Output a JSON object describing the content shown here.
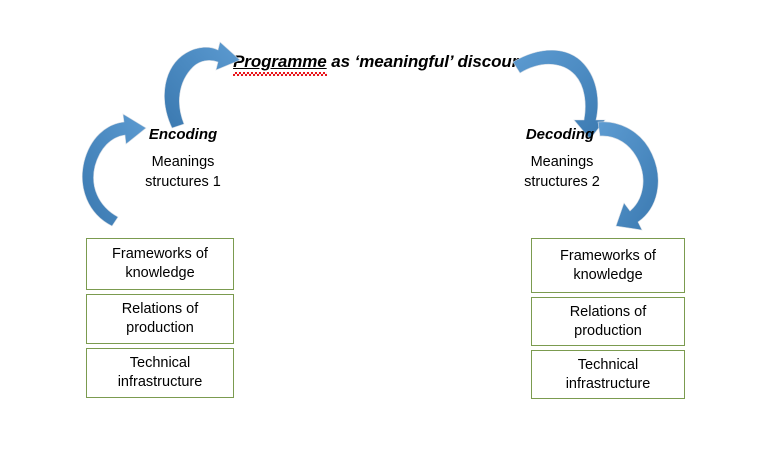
{
  "diagram": {
    "title_parts": {
      "word_misspelled": "Programme",
      "rest": " as ‘meaningful’ discourse"
    },
    "background_color": "#ffffff",
    "arrow_color": "#4a88bf",
    "box_border_color": "#7b9b4f",
    "text_color": "#000000",
    "spellcheck_underline_color": "#e8131a",
    "encoding": {
      "heading": "Encoding",
      "subtitle_line1": "Meanings",
      "subtitle_line2": "structures 1",
      "boxes": [
        {
          "line1": "Frameworks of",
          "line2": "knowledge"
        },
        {
          "line1": "Relations of",
          "line2": "production"
        },
        {
          "line1": "Technical",
          "line2": "infrastructure"
        }
      ]
    },
    "decoding": {
      "heading": "Decoding",
      "subtitle_line1": "Meanings",
      "subtitle_line2": "structures 2",
      "boxes": [
        {
          "line1": "Frameworks of",
          "line2": "knowledge"
        },
        {
          "line1": "Relations of",
          "line2": "production"
        },
        {
          "line1": "Technical",
          "line2": "infrastructure"
        }
      ]
    },
    "arrows": [
      {
        "name": "curved-arrow-top-left",
        "direction": "up-right"
      },
      {
        "name": "curved-arrow-top-right",
        "direction": "down-right"
      },
      {
        "name": "curved-arrow-left",
        "direction": "up-right"
      },
      {
        "name": "curved-arrow-right",
        "direction": "down-left"
      }
    ]
  }
}
